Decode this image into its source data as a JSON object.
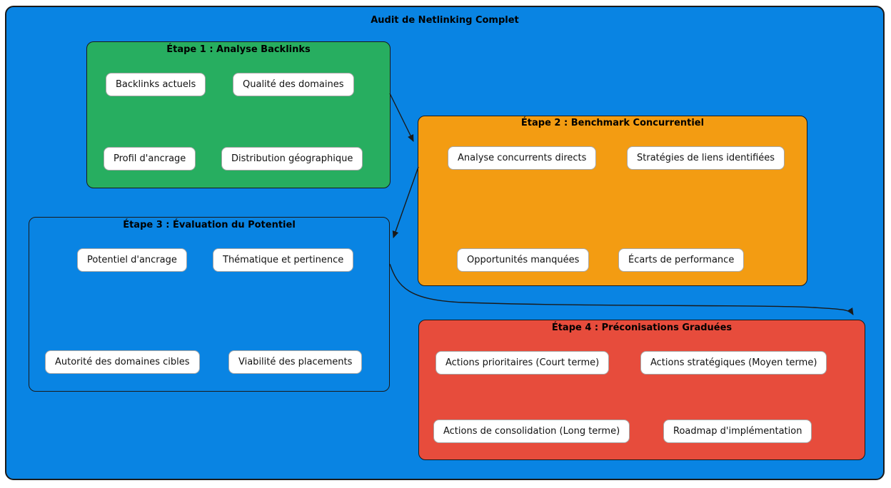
{
  "diagram": {
    "title": "Audit de Netlinking Complet",
    "colors": {
      "canvas_background": "#0984e3",
      "step1_fill": "#27ae60",
      "step2_fill": "#f39c12",
      "step3_fill": "#0984e3",
      "step4_fill": "#e74c3c",
      "node_fill": "#ffffff",
      "node_border": "#a6a6a6",
      "outline": "#1a1a1a"
    },
    "steps": [
      {
        "title": "Étape 1 : Analyse Backlinks",
        "nodes": [
          {
            "label": "Backlinks actuels"
          },
          {
            "label": "Qualité des domaines"
          },
          {
            "label": "Profil d'ancrage"
          },
          {
            "label": "Distribution géographique"
          }
        ]
      },
      {
        "title": "Étape 2 : Benchmark Concurrentiel",
        "nodes": [
          {
            "label": "Analyse concurrents directs"
          },
          {
            "label": "Stratégies de liens identifiées"
          },
          {
            "label": "Opportunités manquées"
          },
          {
            "label": "Écarts de performance"
          }
        ]
      },
      {
        "title": "Étape 3 : Évaluation du Potentiel",
        "nodes": [
          {
            "label": "Potentiel d'ancrage"
          },
          {
            "label": "Thématique et pertinence"
          },
          {
            "label": "Autorité des domaines cibles"
          },
          {
            "label": "Viabilité des placements"
          }
        ]
      },
      {
        "title": "Étape 4 : Préconisations Graduées",
        "nodes": [
          {
            "label": "Actions prioritaires (Court terme)"
          },
          {
            "label": "Actions stratégiques (Moyen terme)"
          },
          {
            "label": "Actions de consolidation (Long terme)"
          },
          {
            "label": "Roadmap d'implémentation"
          }
        ]
      }
    ],
    "arrows": [
      {
        "from": "step1",
        "to": "step2"
      },
      {
        "from": "step2",
        "to": "step3"
      },
      {
        "from": "step3",
        "to": "step4"
      }
    ]
  }
}
